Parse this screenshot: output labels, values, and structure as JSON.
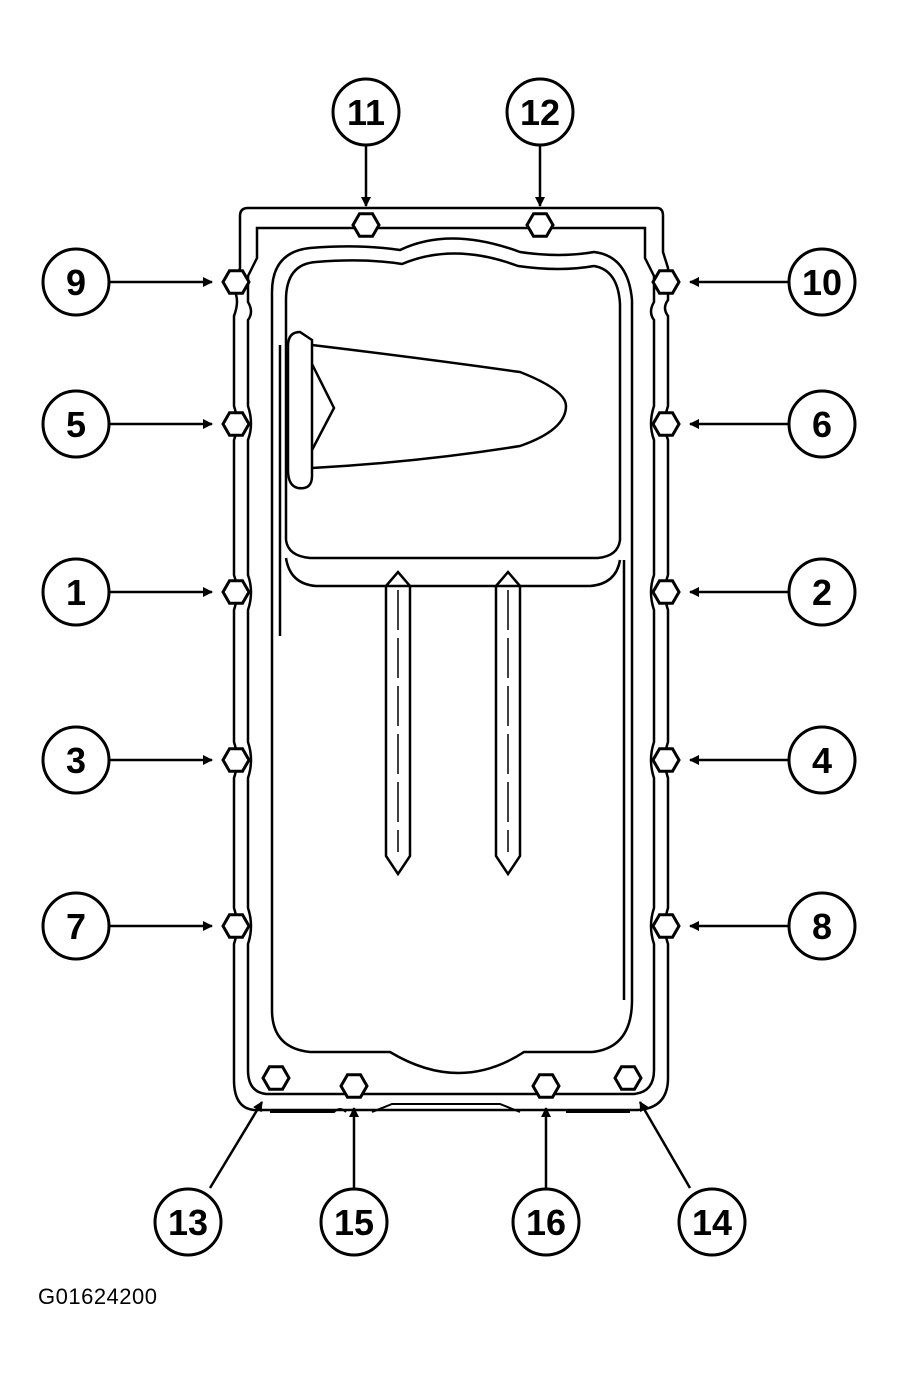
{
  "figure_id": "G01624200",
  "callouts": [
    {
      "label": "1"
    },
    {
      "label": "2"
    },
    {
      "label": "3"
    },
    {
      "label": "4"
    },
    {
      "label": "5"
    },
    {
      "label": "6"
    },
    {
      "label": "7"
    },
    {
      "label": "8"
    },
    {
      "label": "9"
    },
    {
      "label": "10"
    },
    {
      "label": "11"
    },
    {
      "label": "12"
    },
    {
      "label": "13"
    },
    {
      "label": "14"
    },
    {
      "label": "15"
    },
    {
      "label": "16"
    }
  ]
}
